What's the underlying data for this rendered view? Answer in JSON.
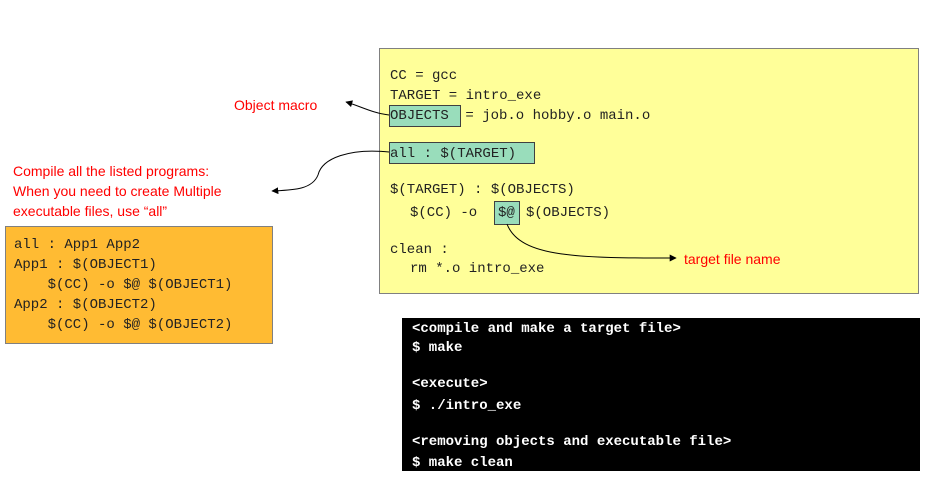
{
  "makefile": {
    "cc_line": "CC = gcc",
    "target_line": "TARGET = intro_exe",
    "objects_name": "OBJECTS",
    "objects_rest": " = job.o hobby.o main.o",
    "all_line": "all : $(TARGET)",
    "rule_line": "$(TARGET) : $(OBJECTS)",
    "cmd_prefix": "$(CC) -o",
    "cmd_autovar": "$@",
    "cmd_suffix": "$(OBJECTS)",
    "clean_line": "clean :",
    "clean_cmd": "rm *.o intro_exe"
  },
  "multi_example": {
    "lines": [
      "all : App1 App2",
      "App1 : $(OBJECT1)",
      "    $(CC) -o $@ $(OBJECT1)",
      "App2 : $(OBJECT2)",
      "    $(CC) -o $@ $(OBJECT2)"
    ]
  },
  "terminal": {
    "lines": [
      "<compile and make a target file>",
      "$ make",
      "<execute>",
      "$ ./intro_exe",
      "<removing objects and executable file>",
      "$ make clean"
    ]
  },
  "annotations": {
    "object_macro": "Object macro",
    "compile_all": [
      "Compile all the listed programs:",
      "When you need to create Multiple",
      "executable files, use “all”"
    ],
    "target_file_name": "target file name"
  },
  "colors": {
    "makefile_bg": "#ffff99",
    "highlight": "#99ddbb",
    "multi_bg": "#ffbb33",
    "terminal_bg": "#000000",
    "annotation": "#ff0000"
  }
}
